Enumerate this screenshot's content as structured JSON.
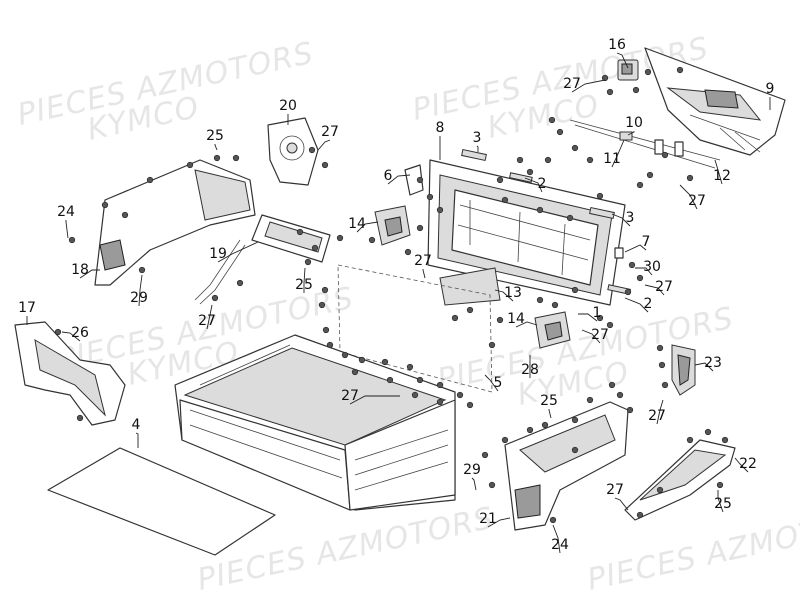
{
  "watermark": {
    "line_1": "PIECES AZMOTORS",
    "line_2": "KYMCO"
  },
  "callouts": [
    {
      "id": "c-16",
      "label": "16"
    },
    {
      "id": "c-9",
      "label": "9"
    },
    {
      "id": "c-27-top",
      "label": "27"
    },
    {
      "id": "c-20",
      "label": "20"
    },
    {
      "id": "c-25-a",
      "label": "25"
    },
    {
      "id": "c-27-b",
      "label": "27"
    },
    {
      "id": "c-8",
      "label": "8"
    },
    {
      "id": "c-3-top",
      "label": "3"
    },
    {
      "id": "c-10",
      "label": "10"
    },
    {
      "id": "c-11",
      "label": "11"
    },
    {
      "id": "c-12",
      "label": "12"
    },
    {
      "id": "c-6",
      "label": "6"
    },
    {
      "id": "c-2-top",
      "label": "2"
    },
    {
      "id": "c-27-c",
      "label": "27"
    },
    {
      "id": "c-24-left",
      "label": "24"
    },
    {
      "id": "c-14-left",
      "label": "14"
    },
    {
      "id": "c-3-mid",
      "label": "3"
    },
    {
      "id": "c-19",
      "label": "19"
    },
    {
      "id": "c-7",
      "label": "7"
    },
    {
      "id": "c-18",
      "label": "18"
    },
    {
      "id": "c-25-b",
      "label": "25"
    },
    {
      "id": "c-27-d",
      "label": "27"
    },
    {
      "id": "c-30",
      "label": "30"
    },
    {
      "id": "c-29-left",
      "label": "29"
    },
    {
      "id": "c-13",
      "label": "13"
    },
    {
      "id": "c-27-e",
      "label": "27"
    },
    {
      "id": "c-2-mid",
      "label": "2"
    },
    {
      "id": "c-17",
      "label": "17"
    },
    {
      "id": "c-27-f",
      "label": "27"
    },
    {
      "id": "c-26",
      "label": "26"
    },
    {
      "id": "c-14-right",
      "label": "14"
    },
    {
      "id": "c-1",
      "label": "1"
    },
    {
      "id": "c-27-g",
      "label": "27"
    },
    {
      "id": "c-23",
      "label": "23"
    },
    {
      "id": "c-28",
      "label": "28"
    },
    {
      "id": "c-5",
      "label": "5"
    },
    {
      "id": "c-27-h",
      "label": "27"
    },
    {
      "id": "c-25-c",
      "label": "25"
    },
    {
      "id": "c-27-i",
      "label": "27"
    },
    {
      "id": "c-4",
      "label": "4"
    },
    {
      "id": "c-22",
      "label": "22"
    },
    {
      "id": "c-29-right",
      "label": "29"
    },
    {
      "id": "c-27-j",
      "label": "27"
    },
    {
      "id": "c-25-d",
      "label": "25"
    },
    {
      "id": "c-21",
      "label": "21"
    },
    {
      "id": "c-24-bottom",
      "label": "24"
    }
  ]
}
